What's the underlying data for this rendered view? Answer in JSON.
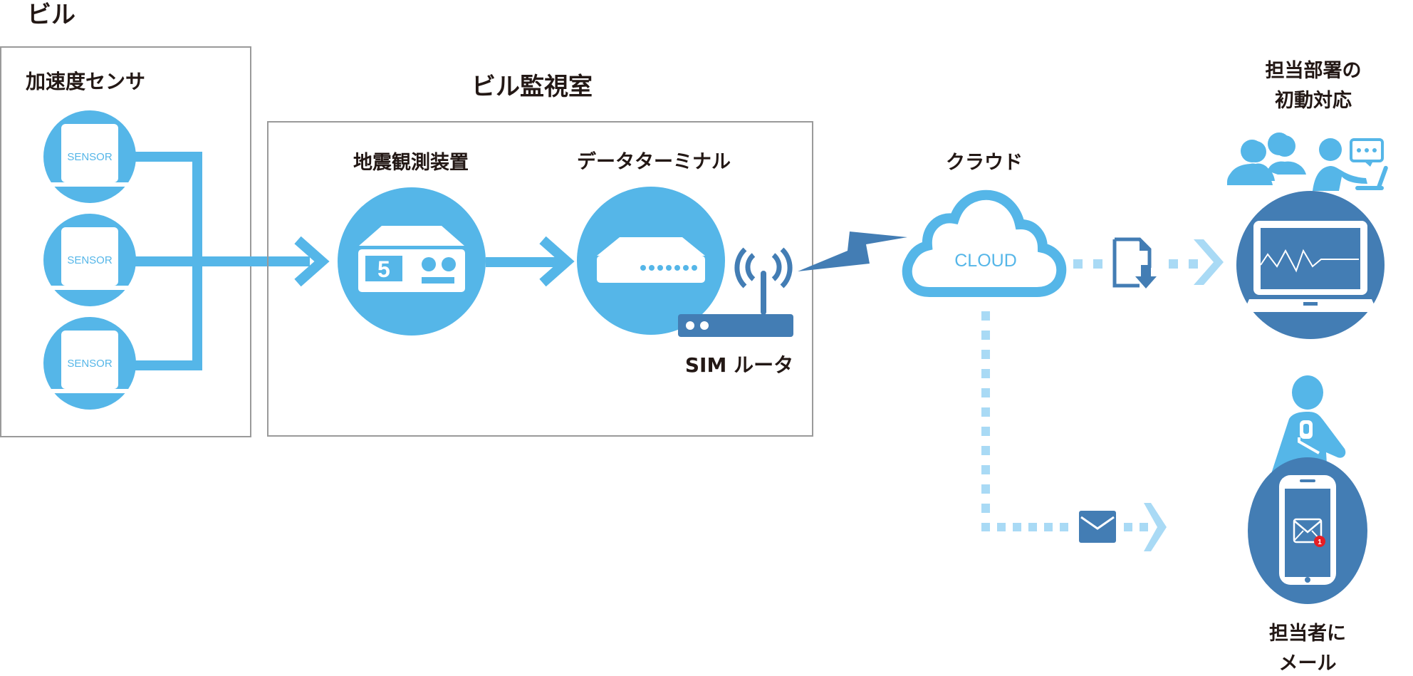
{
  "colors": {
    "light_blue": "#55b6e8",
    "dark_blue": "#437db4",
    "pale_blue": "#a9daf5",
    "frame_gray": "#9a9a9a",
    "text": "#231815",
    "badge_red": "#e51e25"
  },
  "building": {
    "title": "ビル",
    "sensor_group_title": "加速度センサ",
    "sensors": [
      {
        "label": "SENSOR"
      },
      {
        "label": "SENSOR"
      },
      {
        "label": "SENSOR"
      }
    ]
  },
  "monitoring_room": {
    "title": "ビル監視室",
    "seismometer_label": "地震観測装置",
    "seismometer_display": "5",
    "data_terminal_label": "データターミナル",
    "router_label": "SIM ルータ"
  },
  "cloud": {
    "title": "クラウド",
    "icon_text": "CLOUD"
  },
  "department": {
    "label_line1": "担当部署の",
    "label_line2": "初動対応"
  },
  "person_mail": {
    "label_line1": "担当者に",
    "label_line2": "メール",
    "badge_count": "1"
  }
}
